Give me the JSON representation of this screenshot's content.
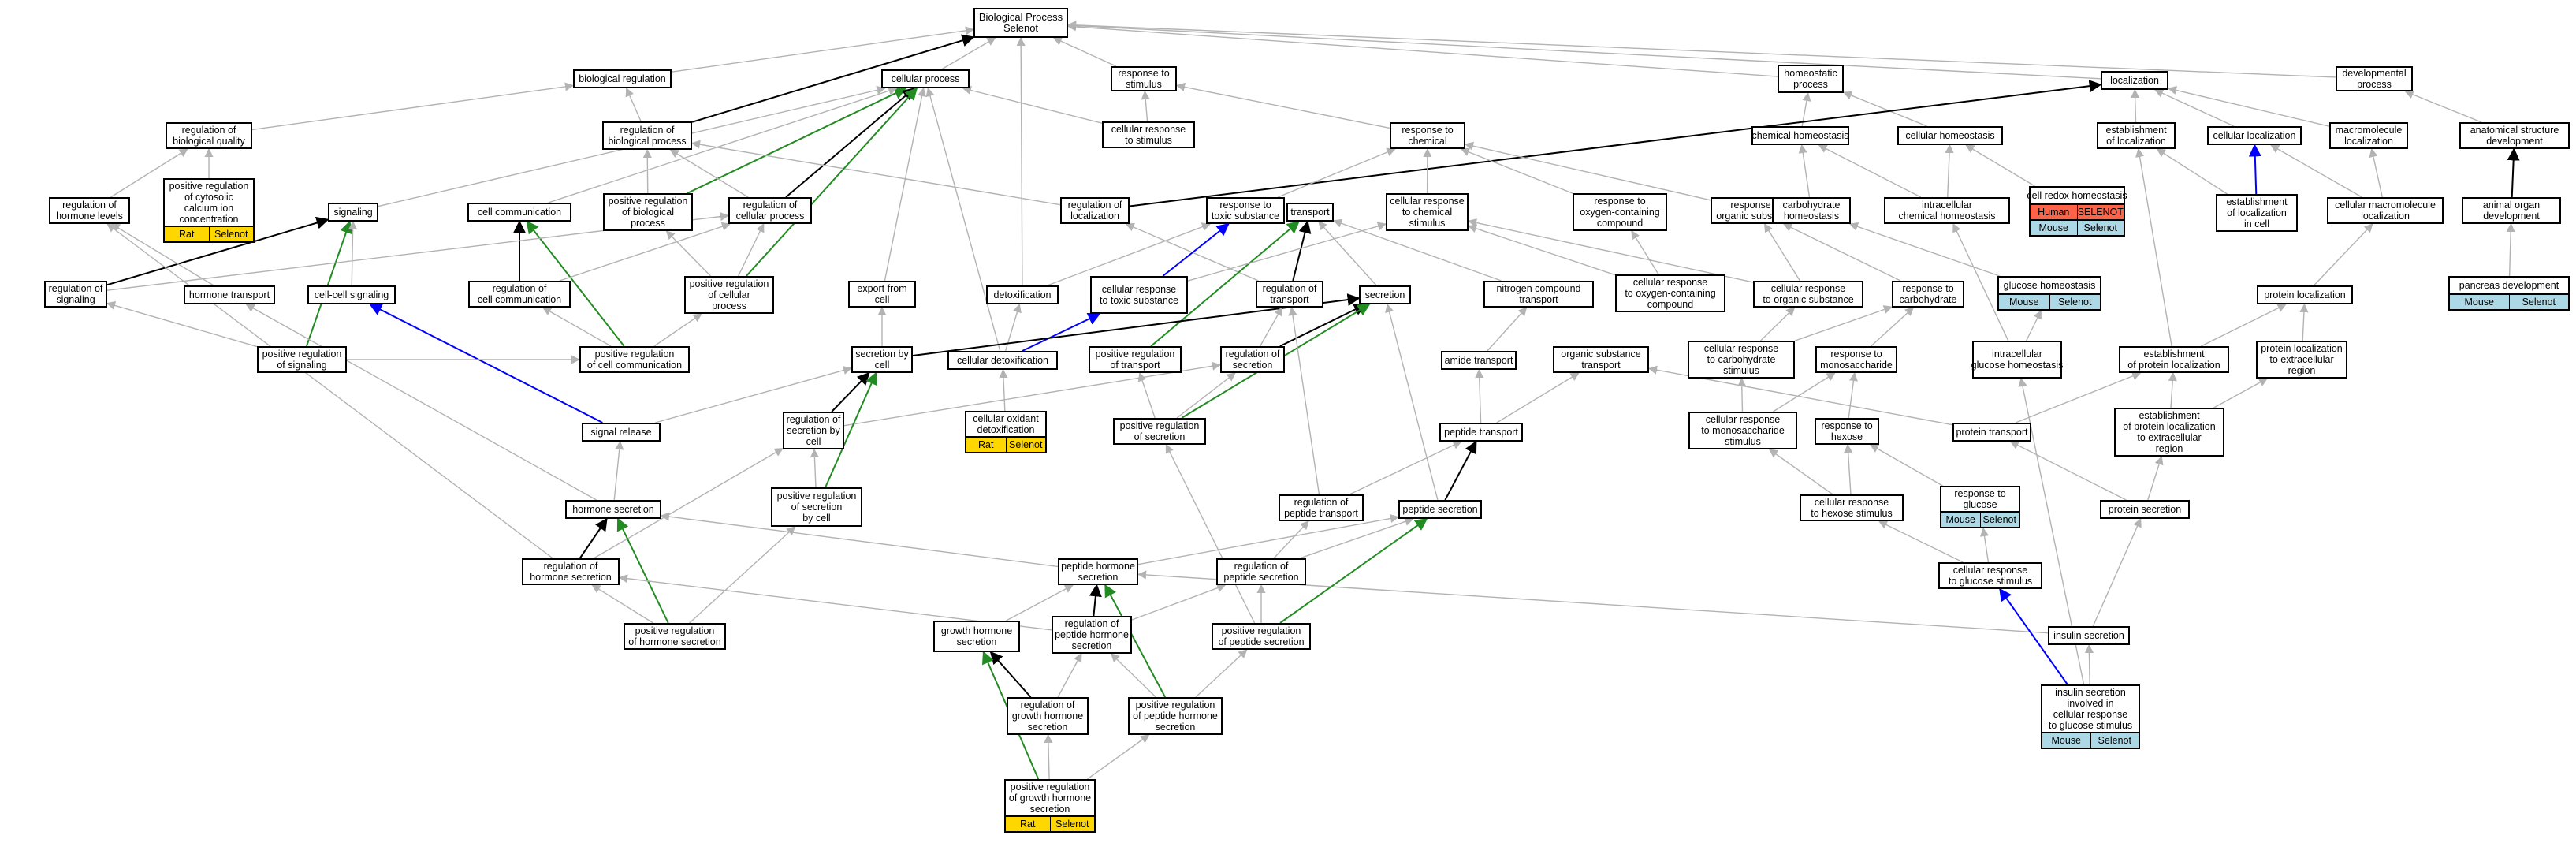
{
  "colors": {
    "grey": "#b3b3b3",
    "black": "#000000",
    "green": "#228b22",
    "blue": "#0000ff",
    "rat": "#ffd700",
    "human": "#ff6347",
    "mouse": "#add8e6"
  },
  "nodes": {
    "root": "Biological Process\nSelenot",
    "bioreg": "biological regulation",
    "cellproc": "cellular process",
    "respstim": "response to\nstimulus",
    "homeo": "homeostatic\nprocess",
    "local": "localization",
    "devproc": "developmental\nprocess",
    "regbioqual": "regulation of\nbiological quality",
    "regbioproc": "regulation of\nbiological process",
    "cellrespstim": "cellular response\nto stimulus",
    "resptochem": "response to\nchemical",
    "chemhomeo": "chemical homeostasis",
    "cellhomeo": "cellular homeostasis",
    "estloc": "establishment\nof localization",
    "cellloc": "cellular localization",
    "macroloc": "macromolecule\nlocalization",
    "anatdev": "anatomical structure\ndevelopment",
    "posregcyto": "positive regulation\nof cytosolic\ncalcium ion\nconcentration",
    "reghormlev": "regulation of\nhormone levels",
    "signaling": "signaling",
    "cellcomm": "cell communication",
    "posregbio": "positive regulation\nof biological\nprocess",
    "regcellproc": "regulation of\ncellular process",
    "regloc": "regulation of\nlocalization",
    "resptoxic": "response to\ntoxic substance",
    "transport": "transport",
    "cellrespchem": "cellular response\nto chemical\nstimulus",
    "respoxy": "response to\noxygen-containing\ncompound",
    "resporg": "response to\norganic substance",
    "carbhomeo": "carbohydrate\nhomeostasis",
    "intrachem": "intracellular\nchemical homeostasis",
    "redox": "cell redox homeostasis",
    "estlocincell": "establishment\nof localization\nin cell",
    "cellmacroloc": "cellular macromolecule\nlocalization",
    "animorgan": "animal organ\ndevelopment",
    "regsig": "regulation of\nsignaling",
    "hormtrans": "hormone transport",
    "cellcellsig": "cell-cell signaling",
    "regcellcomm": "regulation of\ncell communication",
    "posregcellproc": "positive regulation\nof cellular\nprocess",
    "exportcell": "export from\ncell",
    "detox": "detoxification",
    "cellresptoxic": "cellular response\nto toxic substance",
    "regtrans": "regulation of\ntransport",
    "secretion": "secretion",
    "nitrotrans": "nitrogen compound\ntransport",
    "cellrespoxy": "cellular response\nto oxygen-containing\ncompound",
    "cellresporg": "cellular response\nto organic substance",
    "respcarb": "response to\ncarbohydrate",
    "glucohomeo": "glucose homeostasis",
    "protloc": "protein localization",
    "pancdev": "pancreas development",
    "posregsig": "positive regulation\nof signaling",
    "posregcellcomm": "positive regulation\nof cell communication",
    "secbycell": "secretion by\ncell",
    "celldetox": "cellular detoxification",
    "posregtrans": "positive regulation\nof transport",
    "regsec": "regulation of\nsecretion",
    "amidetrans": "amide transport",
    "orgsubtrans": "organic substance\ntransport",
    "cellrespcarb": "cellular response\nto carbohydrate\nstimulus",
    "respmono": "response to\nmonosaccharide",
    "intragluc": "intracellular\nglucose homeostasis",
    "estprotloc": "establishment\nof protein localization",
    "protlocextra": "protein localization\nto extracellular\nregion",
    "signalrel": "signal release",
    "regsecbycell": "regulation of\nsecretion by\ncell",
    "celloxdetox": "cellular oxidant\ndetoxification",
    "posregsec": "positive regulation\nof secretion",
    "peptrans": "peptide transport",
    "cellrespmono": "cellular response\nto monosaccharide\nstimulus",
    "resphex": "response to\nhexose",
    "prottrans": "protein transport",
    "estprotlocextra": "establishment\nof protein localization\nto extracellular\nregion",
    "hormsec": "hormone secretion",
    "posregsecbycell": "positive regulation\nof secretion\nby cell",
    "regpeptrans": "regulation of\npeptide transport",
    "pepsec": "peptide secretion",
    "respgluc": "response to\nglucose",
    "cellresphex": "cellular response\nto hexose stimulus",
    "protsec": "protein secretion",
    "reghormsec": "regulation of\nhormone secretion",
    "pephormsec": "peptide hormone\nsecretion",
    "regpepsec": "regulation of\npeptide secretion",
    "cellrespgluc": "cellular response\nto glucose stimulus",
    "posreghormsec": "positive regulation\nof hormone secretion",
    "growthsec": "growth hormone\nsecretion",
    "regpephormsec": "regulation of\npeptide hormone\nsecretion",
    "posregpepsec": "positive regulation\nof peptide secretion",
    "insulinsec": "insulin secretion",
    "reggrowthsec": "regulation of\ngrowth hormone\nsecretion",
    "posregpephormsec": "positive regulation\nof peptide hormone\nsecretion",
    "insulinglucose": "insulin secretion\ninvolved in\ncellular response\nto glucose stimulus",
    "posreggrowthsec": "positive regulation\nof growth hormone\nsecretion"
  },
  "annotations": {
    "posregcyto": [
      {
        "label": "Rat",
        "color": "#ffd700"
      },
      {
        "label": "Selenot",
        "color": "#ffd700"
      }
    ],
    "redox": [
      {
        "label": "Human",
        "color": "#ff6347"
      },
      {
        "label": "SELENOT",
        "color": "#ff6347"
      },
      {
        "label": "Mouse",
        "color": "#add8e6",
        "row": 2
      },
      {
        "label": "Selenot",
        "color": "#add8e6",
        "row": 2
      }
    ],
    "glucohomeo": [
      {
        "label": "Mouse",
        "color": "#add8e6"
      },
      {
        "label": "Selenot",
        "color": "#add8e6"
      }
    ],
    "pancdev": [
      {
        "label": "Mouse",
        "color": "#add8e6"
      },
      {
        "label": "Selenot",
        "color": "#add8e6"
      }
    ],
    "celloxdetox": [
      {
        "label": "Rat",
        "color": "#ffd700"
      },
      {
        "label": "Selenot",
        "color": "#ffd700"
      }
    ],
    "respgluc": [
      {
        "label": "Mouse",
        "color": "#add8e6"
      },
      {
        "label": "Selenot",
        "color": "#add8e6"
      }
    ],
    "insulinglucose": [
      {
        "label": "Mouse",
        "color": "#add8e6"
      },
      {
        "label": "Selenot",
        "color": "#add8e6"
      }
    ],
    "posreggrowthsec": [
      {
        "label": "Rat",
        "color": "#ffd700"
      },
      {
        "label": "Selenot",
        "color": "#ffd700"
      }
    ]
  },
  "edges": [
    [
      "bioreg",
      "root",
      "grey"
    ],
    [
      "cellproc",
      "root",
      "grey"
    ],
    [
      "respstim",
      "root",
      "grey"
    ],
    [
      "homeo",
      "root",
      "grey"
    ],
    [
      "local",
      "root",
      "grey"
    ],
    [
      "devproc",
      "root",
      "grey"
    ],
    [
      "regbioproc",
      "root",
      "black"
    ],
    [
      "detox",
      "root",
      "grey"
    ],
    [
      "posregbio",
      "cellproc",
      "green"
    ],
    [
      "regbioqual",
      "bioreg",
      "grey"
    ],
    [
      "regbioproc",
      "bioreg",
      "grey"
    ],
    [
      "cellrespstim",
      "respstim",
      "grey"
    ],
    [
      "resptochem",
      "respstim",
      "grey"
    ],
    [
      "chemhomeo",
      "homeo",
      "grey"
    ],
    [
      "cellhomeo",
      "homeo",
      "grey"
    ],
    [
      "estloc",
      "local",
      "grey"
    ],
    [
      "cellloc",
      "local",
      "grey"
    ],
    [
      "macroloc",
      "local",
      "grey"
    ],
    [
      "anatdev",
      "devproc",
      "grey"
    ],
    [
      "posregcyto",
      "regbioqual",
      "grey"
    ],
    [
      "reghormlev",
      "regbioqual",
      "grey"
    ],
    [
      "regcellproc",
      "cellproc",
      "black"
    ],
    [
      "regloc",
      "local",
      "black"
    ],
    [
      "cellrespstim",
      "cellproc",
      "grey"
    ],
    [
      "regcellproc",
      "regbioproc",
      "grey"
    ],
    [
      "posregbio",
      "regbioproc",
      "grey"
    ],
    [
      "regloc",
      "regbioproc",
      "grey"
    ],
    [
      "signaling",
      "cellproc",
      "grey"
    ],
    [
      "cellcomm",
      "cellproc",
      "grey"
    ],
    [
      "exportcell",
      "cellproc",
      "grey"
    ],
    [
      "celldetox",
      "cellproc",
      "grey"
    ],
    [
      "posregcellproc",
      "cellproc",
      "green"
    ],
    [
      "resptoxic",
      "resptochem",
      "grey"
    ],
    [
      "cellrespchem",
      "resptochem",
      "grey"
    ],
    [
      "respoxy",
      "resptochem",
      "grey"
    ],
    [
      "resporg",
      "resptochem",
      "grey"
    ],
    [
      "carbhomeo",
      "chemhomeo",
      "grey"
    ],
    [
      "intrachem",
      "chemhomeo",
      "grey"
    ],
    [
      "intrachem",
      "cellhomeo",
      "grey"
    ],
    [
      "redox",
      "cellhomeo",
      "grey"
    ],
    [
      "estlocincell",
      "estloc",
      "grey"
    ],
    [
      "estlocincell",
      "cellloc",
      "blue"
    ],
    [
      "cellmacroloc",
      "cellloc",
      "grey"
    ],
    [
      "cellmacroloc",
      "macroloc",
      "grey"
    ],
    [
      "animorgan",
      "anatdev",
      "black"
    ],
    [
      "pancdev",
      "animorgan",
      "grey"
    ],
    [
      "regsig",
      "signaling",
      "black"
    ],
    [
      "posregsig",
      "signaling",
      "green"
    ],
    [
      "cellcellsig",
      "signaling",
      "grey"
    ],
    [
      "regcellcomm",
      "cellcomm",
      "black"
    ],
    [
      "posregcellcomm",
      "cellcomm",
      "green"
    ],
    [
      "regsig",
      "regcellproc",
      "grey"
    ],
    [
      "regcellcomm",
      "regcellproc",
      "grey"
    ],
    [
      "posregcellproc",
      "regcellproc",
      "grey"
    ],
    [
      "posregcellproc",
      "posregbio",
      "grey"
    ],
    [
      "hormtrans",
      "reghormlev",
      "grey"
    ],
    [
      "regtrans",
      "regloc",
      "grey"
    ],
    [
      "regtrans",
      "transport",
      "black"
    ],
    [
      "secretion",
      "transport",
      "grey"
    ],
    [
      "nitrotrans",
      "transport",
      "grey"
    ],
    [
      "posregtrans",
      "transport",
      "green"
    ],
    [
      "detox",
      "resptoxic",
      "grey"
    ],
    [
      "cellresptoxic",
      "resptoxic",
      "blue"
    ],
    [
      "cellresptoxic",
      "cellrespchem",
      "grey"
    ],
    [
      "cellrespoxy",
      "respoxy",
      "grey"
    ],
    [
      "cellresporg",
      "resporg",
      "grey"
    ],
    [
      "respcarb",
      "resporg",
      "grey"
    ],
    [
      "cellrespoxy",
      "cellrespchem",
      "grey"
    ],
    [
      "cellresporg",
      "cellrespchem",
      "grey"
    ],
    [
      "glucohomeo",
      "carbhomeo",
      "grey"
    ],
    [
      "intragluc",
      "intrachem",
      "grey"
    ],
    [
      "intragluc",
      "glucohomeo",
      "grey"
    ],
    [
      "protloc",
      "cellmacroloc",
      "grey"
    ],
    [
      "estprotloc",
      "protloc",
      "grey"
    ],
    [
      "estprotloc",
      "estloc",
      "grey"
    ],
    [
      "protlocextra",
      "protloc",
      "grey"
    ],
    [
      "estprotlocextra",
      "estprotloc",
      "grey"
    ],
    [
      "estprotlocextra",
      "protlocextra",
      "grey"
    ],
    [
      "celldetox",
      "detox",
      "grey"
    ],
    [
      "celldetox",
      "cellresptoxic",
      "blue"
    ],
    [
      "celloxdetox",
      "celldetox",
      "grey"
    ],
    [
      "secbycell",
      "exportcell",
      "grey"
    ],
    [
      "secbycell",
      "secretion",
      "black"
    ],
    [
      "signalrel",
      "secbycell",
      "grey"
    ],
    [
      "signalrel",
      "cellcellsig",
      "blue"
    ],
    [
      "regsec",
      "regtrans",
      "grey"
    ],
    [
      "regsec",
      "secretion",
      "black"
    ],
    [
      "posregsec",
      "regsec",
      "grey"
    ],
    [
      "posregsec",
      "posregtrans",
      "grey"
    ],
    [
      "posregsec",
      "secretion",
      "green"
    ],
    [
      "regsecbycell",
      "regsec",
      "grey"
    ],
    [
      "regsecbycell",
      "secbycell",
      "black"
    ],
    [
      "posregsecbycell",
      "secbycell",
      "green"
    ],
    [
      "posregsecbycell",
      "regsecbycell",
      "grey"
    ],
    [
      "amidetrans",
      "nitrotrans",
      "grey"
    ],
    [
      "peptrans",
      "amidetrans",
      "grey"
    ],
    [
      "peptrans",
      "orgsubtrans",
      "grey"
    ],
    [
      "pepsec",
      "peptrans",
      "black"
    ],
    [
      "pepsec",
      "secretion",
      "grey"
    ],
    [
      "regpeptrans",
      "regtrans",
      "grey"
    ],
    [
      "regpeptrans",
      "peptrans",
      "grey"
    ],
    [
      "cellrespcarb",
      "respcarb",
      "grey"
    ],
    [
      "cellrespcarb",
      "cellresporg",
      "grey"
    ],
    [
      "respmono",
      "respcarb",
      "grey"
    ],
    [
      "cellrespmono",
      "cellrespcarb",
      "grey"
    ],
    [
      "cellrespmono",
      "respmono",
      "grey"
    ],
    [
      "resphex",
      "respmono",
      "grey"
    ],
    [
      "respgluc",
      "resphex",
      "grey"
    ],
    [
      "cellresphex",
      "resphex",
      "grey"
    ],
    [
      "cellresphex",
      "cellrespmono",
      "grey"
    ],
    [
      "cellrespgluc",
      "cellresphex",
      "grey"
    ],
    [
      "cellrespgluc",
      "respgluc",
      "grey"
    ],
    [
      "prottrans",
      "estprotloc",
      "grey"
    ],
    [
      "prottrans",
      "orgsubtrans",
      "grey"
    ],
    [
      "protsec",
      "prottrans",
      "grey"
    ],
    [
      "protsec",
      "estprotlocextra",
      "grey"
    ],
    [
      "insulinsec",
      "protsec",
      "grey"
    ],
    [
      "insulinsec",
      "pephormsec",
      "grey"
    ],
    [
      "insulinglucose",
      "insulinsec",
      "grey"
    ],
    [
      "insulinglucose",
      "cellrespgluc",
      "blue"
    ],
    [
      "insulinglucose",
      "intragluc",
      "grey"
    ],
    [
      "hormsec",
      "signalrel",
      "grey"
    ],
    [
      "hormsec",
      "hormtrans",
      "grey"
    ],
    [
      "reghormsec",
      "hormsec",
      "black"
    ],
    [
      "reghormsec",
      "regsecbycell",
      "grey"
    ],
    [
      "reghormsec",
      "reghormlev",
      "grey"
    ],
    [
      "posreghormsec",
      "hormsec",
      "green"
    ],
    [
      "posreghormsec",
      "reghormsec",
      "grey"
    ],
    [
      "posreghormsec",
      "posregsecbycell",
      "grey"
    ],
    [
      "pephormsec",
      "hormsec",
      "grey"
    ],
    [
      "pephormsec",
      "pepsec",
      "grey"
    ],
    [
      "regpepsec",
      "pepsec",
      "grey"
    ],
    [
      "regpepsec",
      "regpeptrans",
      "grey"
    ],
    [
      "posregpepsec",
      "regpepsec",
      "grey"
    ],
    [
      "posregpepsec",
      "pepsec",
      "green"
    ],
    [
      "posregpepsec",
      "posregsec",
      "grey"
    ],
    [
      "regpephormsec",
      "pephormsec",
      "black"
    ],
    [
      "regpephormsec",
      "regpepsec",
      "grey"
    ],
    [
      "regpephormsec",
      "reghormsec",
      "grey"
    ],
    [
      "posregpephormsec",
      "pephormsec",
      "green"
    ],
    [
      "posregpephormsec",
      "regpephormsec",
      "grey"
    ],
    [
      "posregpephormsec",
      "posregpepsec",
      "grey"
    ],
    [
      "growthsec",
      "pephormsec",
      "grey"
    ],
    [
      "reggrowthsec",
      "growthsec",
      "black"
    ],
    [
      "reggrowthsec",
      "regpephormsec",
      "grey"
    ],
    [
      "posreggrowthsec",
      "growthsec",
      "green"
    ],
    [
      "posreggrowthsec",
      "reggrowthsec",
      "grey"
    ],
    [
      "posreggrowthsec",
      "posregpephormsec",
      "grey"
    ],
    [
      "posregsig",
      "regsig",
      "grey"
    ],
    [
      "posregsig",
      "posregcellcomm",
      "grey"
    ],
    [
      "posregcellcomm",
      "regcellcomm",
      "grey"
    ],
    [
      "posregcellcomm",
      "posregcellproc",
      "grey"
    ]
  ]
}
